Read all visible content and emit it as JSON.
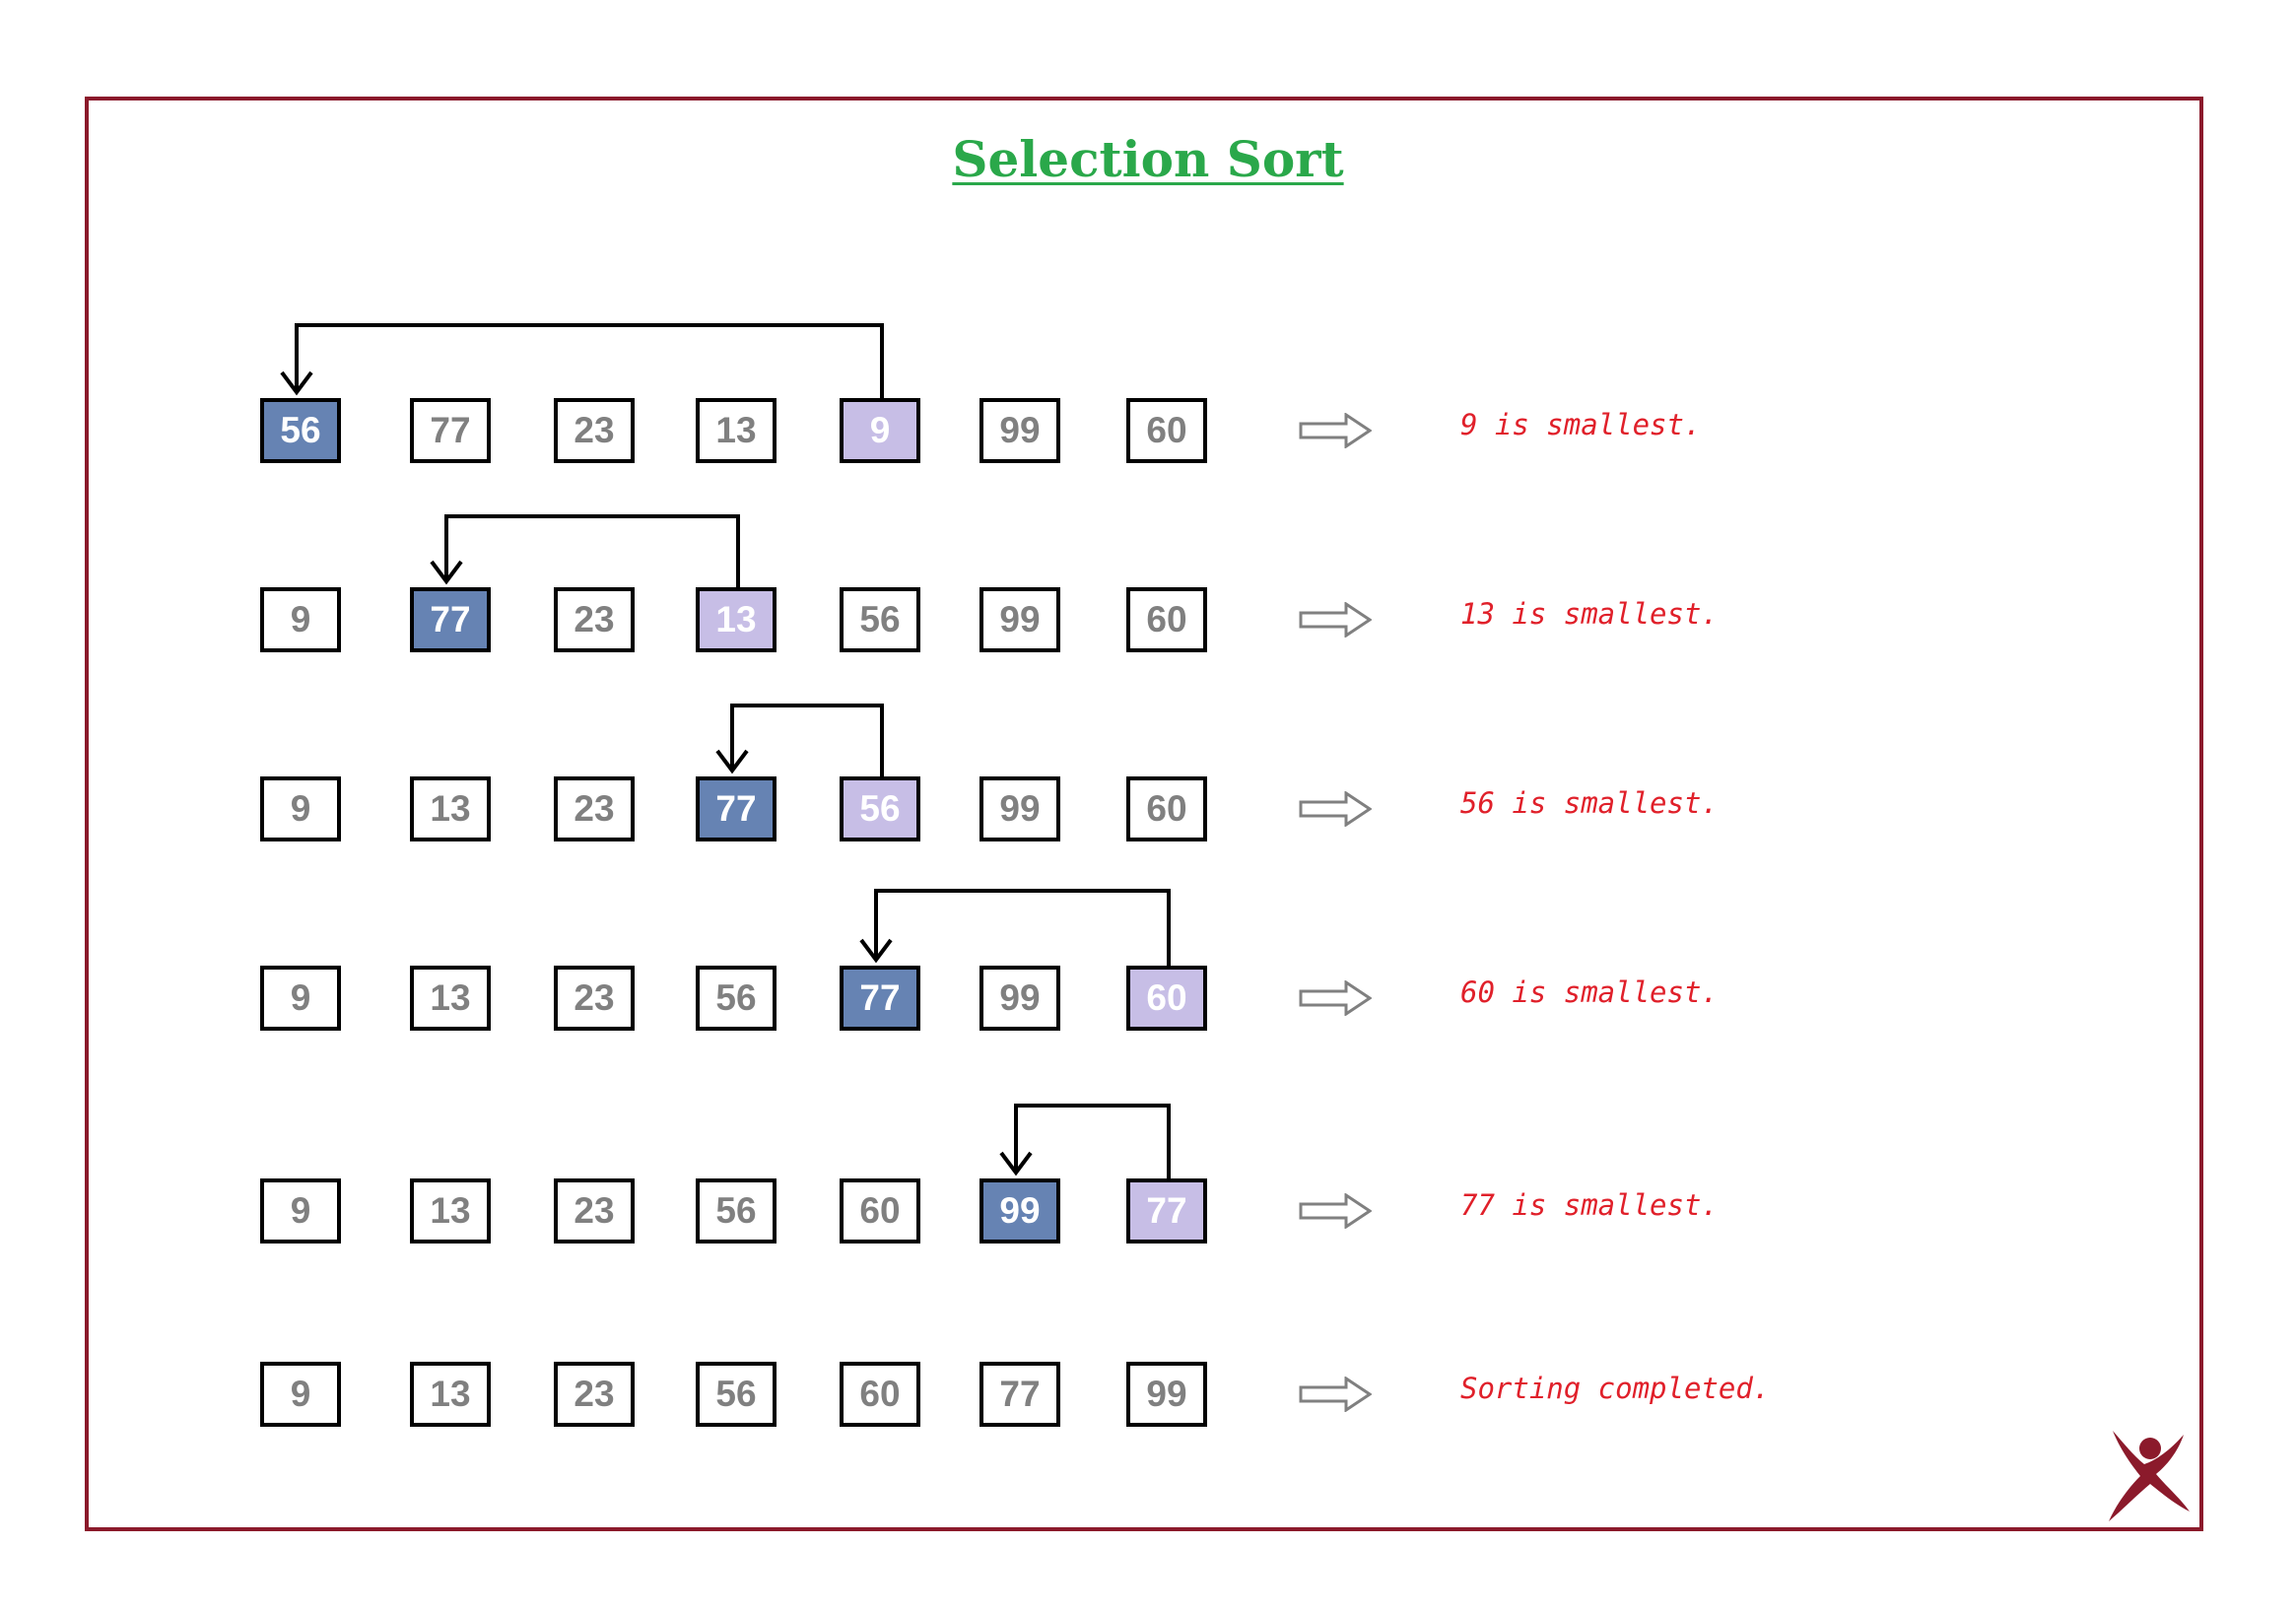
{
  "title": "Selection Sort",
  "steps": [
    {
      "values": [
        "56",
        "77",
        "23",
        "13",
        "9",
        "99",
        "60"
      ],
      "target": 0,
      "min": 4,
      "status": "9 is smallest."
    },
    {
      "values": [
        "9",
        "77",
        "23",
        "13",
        "56",
        "99",
        "60"
      ],
      "target": 1,
      "min": 3,
      "status": "13 is smallest."
    },
    {
      "values": [
        "9",
        "13",
        "23",
        "77",
        "56",
        "99",
        "60"
      ],
      "target": 3,
      "min": 4,
      "status": "56 is smallest."
    },
    {
      "values": [
        "9",
        "13",
        "23",
        "56",
        "77",
        "99",
        "60"
      ],
      "target": 4,
      "min": 6,
      "status": "60 is smallest."
    },
    {
      "values": [
        "9",
        "13",
        "23",
        "56",
        "60",
        "99",
        "77"
      ],
      "target": 5,
      "min": 6,
      "status": "77 is smallest."
    },
    {
      "values": [
        "9",
        "13",
        "23",
        "56",
        "60",
        "77",
        "99"
      ],
      "target": null,
      "min": null,
      "status": "Sorting completed."
    }
  ],
  "colors": {
    "frame": "#8b1a2b",
    "title": "#2aa84a",
    "target_fill": "#6683b3",
    "min_fill": "#c7bee6",
    "status_text": "#e0202a",
    "cell_text": "#808080"
  },
  "logo": {
    "icon": "dancing-figure-logo",
    "color": "#8b1a2b"
  }
}
